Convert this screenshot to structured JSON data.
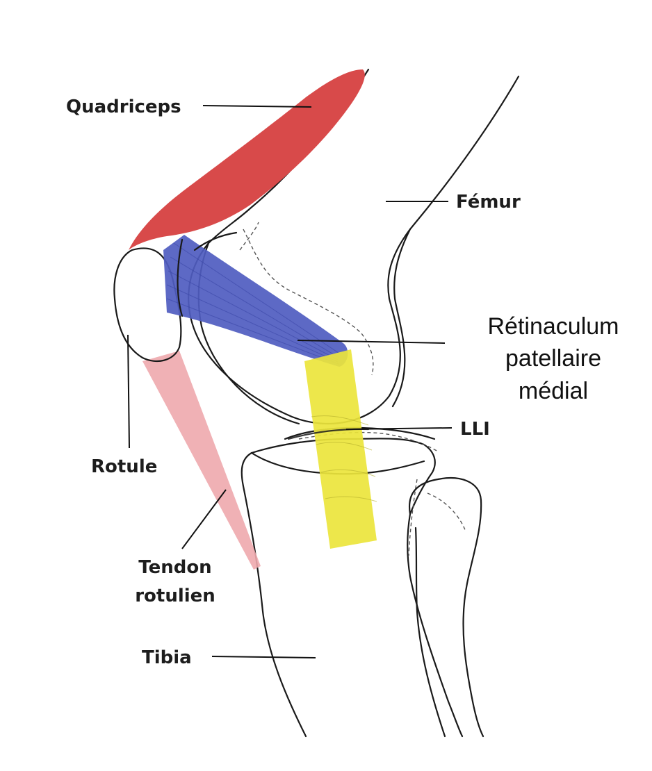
{
  "labels": {
    "quadriceps": "Quadriceps",
    "femur": "Fémur",
    "retinaculum_line1": "Rétinaculum",
    "retinaculum_line2": "patellaire",
    "retinaculum_line3": "médial",
    "lli": "LLI",
    "rotule": "Rotule",
    "tendon_line1": "Tendon",
    "tendon_line2": "rotulien",
    "tibia": "Tibia"
  },
  "colors": {
    "quadriceps": "#d84a4a",
    "retinaculum": "#4f5cc0",
    "lli": "#ebe53c",
    "tendon": "#eea9ad"
  }
}
